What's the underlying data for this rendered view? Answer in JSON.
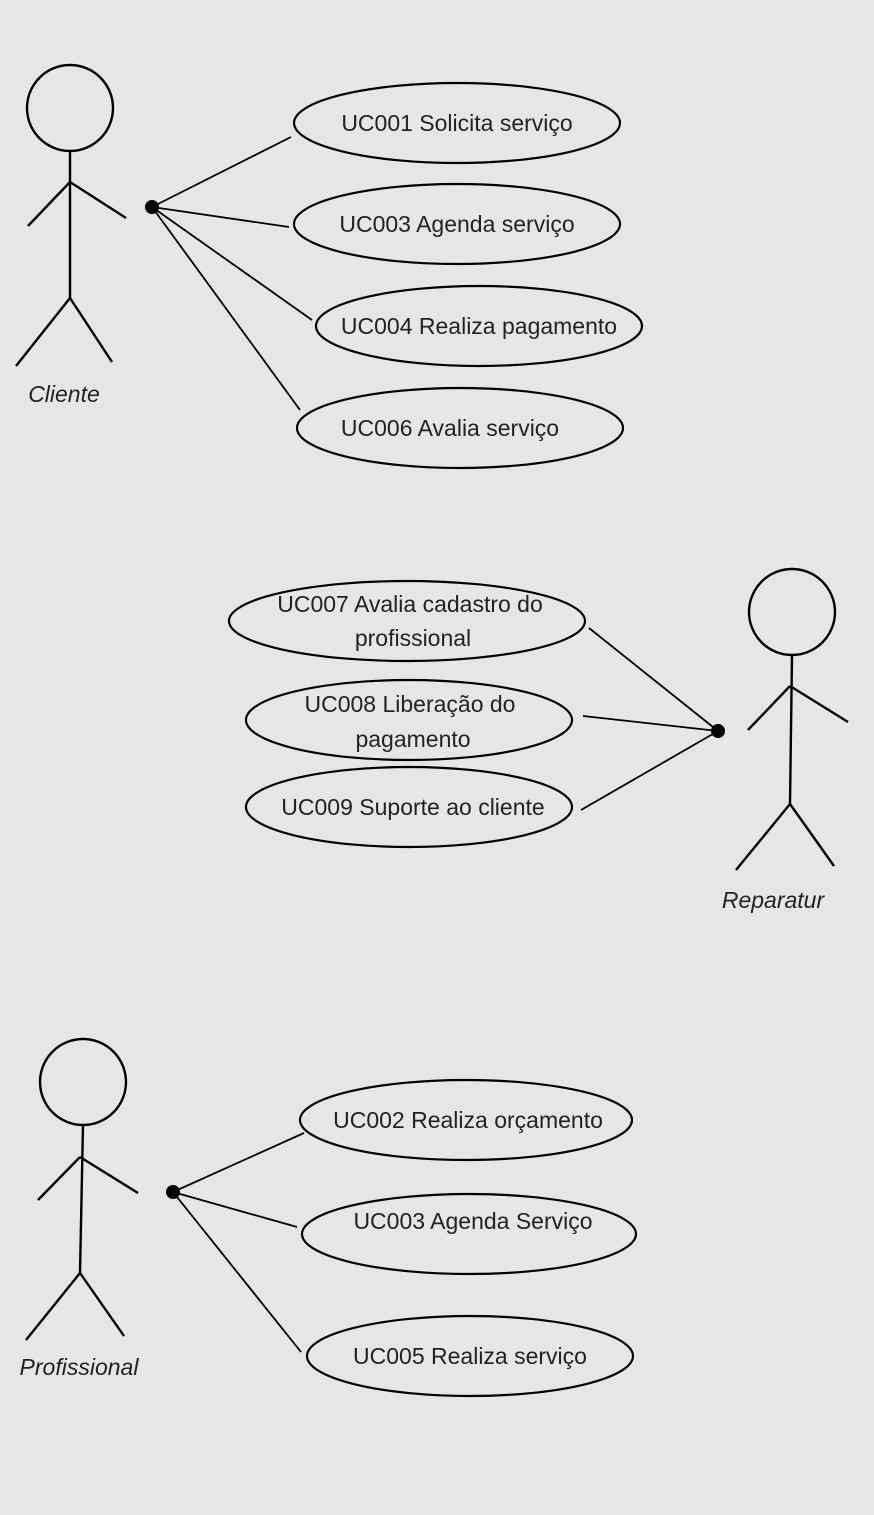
{
  "colors": {
    "background": "#e6e6e6",
    "line": "#000000",
    "text": "#222222"
  },
  "actors": [
    {
      "name": "Cliente",
      "use_cases": [
        [
          "UC001 Solicita serviço"
        ],
        [
          "UC003 Agenda serviço"
        ],
        [
          "UC004 Realiza pagamento"
        ],
        [
          "UC006 Avalia serviço"
        ]
      ]
    },
    {
      "name": "Reparatur",
      "use_cases": [
        [
          "UC007 Avalia cadastro do",
          "profissional"
        ],
        [
          "UC008 Liberação do",
          "pagamento"
        ],
        [
          "UC009 Suporte ao cliente"
        ]
      ]
    },
    {
      "name": "Profissional",
      "use_cases": [
        [
          "UC002 Realiza orçamento"
        ],
        [
          "UC003 Agenda Serviço"
        ],
        [
          "UC005 Realiza serviço"
        ]
      ]
    }
  ]
}
